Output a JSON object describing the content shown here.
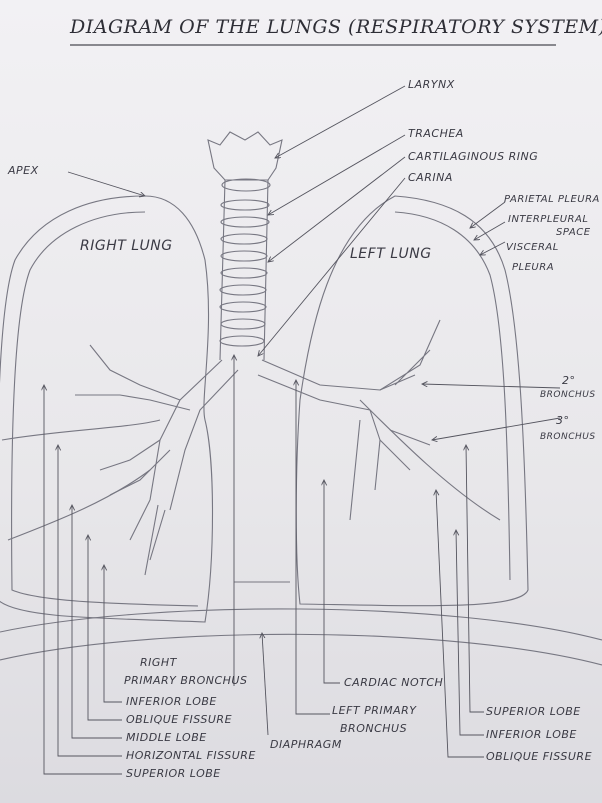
{
  "title": "Diagram of the Lungs (Respiratory System)",
  "lungs": {
    "right": "Right Lung",
    "left": "Left Lung"
  },
  "labels": {
    "larynx": "Larynx",
    "trachea": "Trachea",
    "cartilaginous_ring": "Cartilaginous Ring",
    "carina": "Carina",
    "apex": "Apex",
    "parietal_pleura": "Parietal Pleura",
    "interpleural_space_1": "Interpleural",
    "interpleural_space_2": "Space",
    "visceral_pleura_1": "Visceral",
    "visceral_pleura_2": "Pleura",
    "bronchus_2_1": "2°",
    "bronchus_2_2": "Bronchus",
    "bronchus_3_1": "3°",
    "bronchus_3_2": "Bronchus",
    "right_primary_bronchus_1": "Right",
    "right_primary_bronchus_2": "Primary Bronchus",
    "inferior_lobe_r": "Inferior Lobe",
    "oblique_fissure_r": "Oblique Fissure",
    "middle_lobe": "Middle Lobe",
    "horizontal_fissure": "Horizontal Fissure",
    "superior_lobe_r": "Superior Lobe",
    "cardiac_notch": "Cardiac Notch",
    "left_primary_bronchus_1": "Left Primary",
    "left_primary_bronchus_2": "Bronchus",
    "diaphragm": "Diaphragm",
    "superior_lobe_l": "Superior Lobe",
    "inferior_lobe_l": "Inferior Lobe",
    "oblique_fissure_l": "Oblique Fissure"
  }
}
